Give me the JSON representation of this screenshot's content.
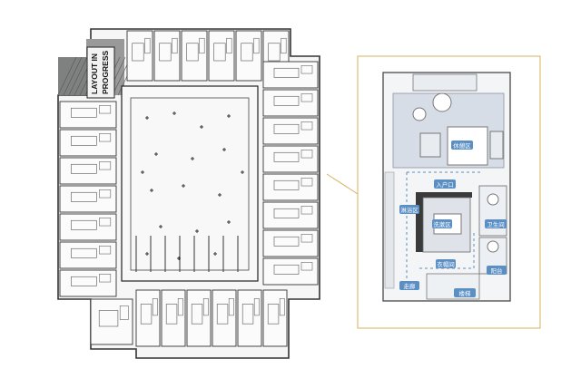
{
  "overview_plan": {
    "stamp": [
      "LAYOUT IN",
      "PROGRESS"
    ]
  },
  "room_detail": {
    "frame_color": "#d4b35a",
    "accent_color": "#5b8fc4",
    "zone_fill": "#d7dde6",
    "labels": {
      "living": "休憩区",
      "entry": "入户口",
      "bath": "淋浴区",
      "vanity": "洗漱区",
      "closet": "衣帽间",
      "wc": "卫生间",
      "corridor": "走廊",
      "stair": "楼梯",
      "side": "阳台"
    }
  }
}
